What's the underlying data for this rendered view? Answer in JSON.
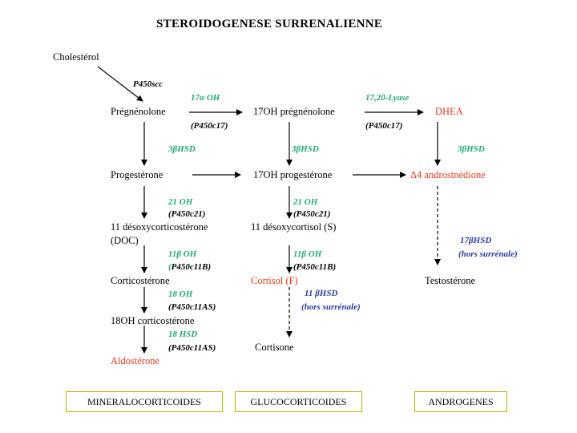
{
  "title": "STEROIDOGENESE SURRENALIENNE",
  "molecules": {
    "cholesterol": "Cholestérol",
    "pregnenolone": "Prégnénolone",
    "oh17_pregnenolone": "17OH prégnénolone",
    "dhea": "DHEA",
    "progesterone": "Progestérone",
    "oh17_progesterone": "17OH progestérone",
    "delta4_symbol": "Δ",
    "delta4_rest": "4 androstnédione",
    "desoxycorticosterone": "11 désoxycorticostérone",
    "doc": "(DOC)",
    "desoxycortisol": "11 désoxycortisol (S)",
    "corticosterone": "Corticostérone",
    "cortisol": "Cortisol (F)",
    "testosterone": "Testostérone",
    "oh18_corticosterone": "18OH corticostérone",
    "cortisone": "Cortisone",
    "aldosterone": "Aldostérone"
  },
  "enzymes": {
    "p450scc": "P450scc",
    "oh17_prefix": "17",
    "oh17_greek": "α",
    "oh17_suffix": " OH",
    "p450c17_a": "(P450c17)",
    "lyase": "17,20-Lyase",
    "p450c17_b": "(P450c17)",
    "hsd3_a_greek": "3β",
    "hsd3_a_suffix": "HSD",
    "hsd3_b_greek": "3β",
    "hsd3_b_suffix": "HSD",
    "hsd3_c_greek": "3β",
    "hsd3_c_suffix": "HSD",
    "oh21_a": "21 OH",
    "p450c21_a": "(P450c21)",
    "oh21_b": "21 OH",
    "p450c21_b": "(P450c21)",
    "hsd17_greek": "17β",
    "hsd17_suffix": "HSD",
    "hors_surrenale_a": "hors surrénale",
    "oh11_a_prefix": "11",
    "oh11_a_greek": "β",
    "oh11_a_suffix": " OH",
    "p450c11b_a": "P450c11B)",
    "oh11_b_prefix": "11",
    "oh11_b_greek": "β",
    "oh11_b_suffix": " OH",
    "p450c11b_b": "(P450c11B)",
    "oh18": "18 OH",
    "p450c11as_a": "(P450c11AS)",
    "hsd11_prefix": "11 ",
    "hsd11_greek": "β",
    "hsd11_suffix": "HSD",
    "hors_surrenale_b": "(hors surrénale)",
    "hsd18": "18 HSD",
    "p450c11as_b": "(P450c11AS)"
  },
  "categories": {
    "mineralo": "MINERALOCORTICOIDES",
    "gluco": "GLUCOCORTICOIDES",
    "andro": "ANDROGENES"
  },
  "colors": {
    "enzyme": "#1fa77a",
    "highlight": "#e8391e",
    "extra_adrenal": "#2a3a9c",
    "box_border": "#b9b200"
  }
}
